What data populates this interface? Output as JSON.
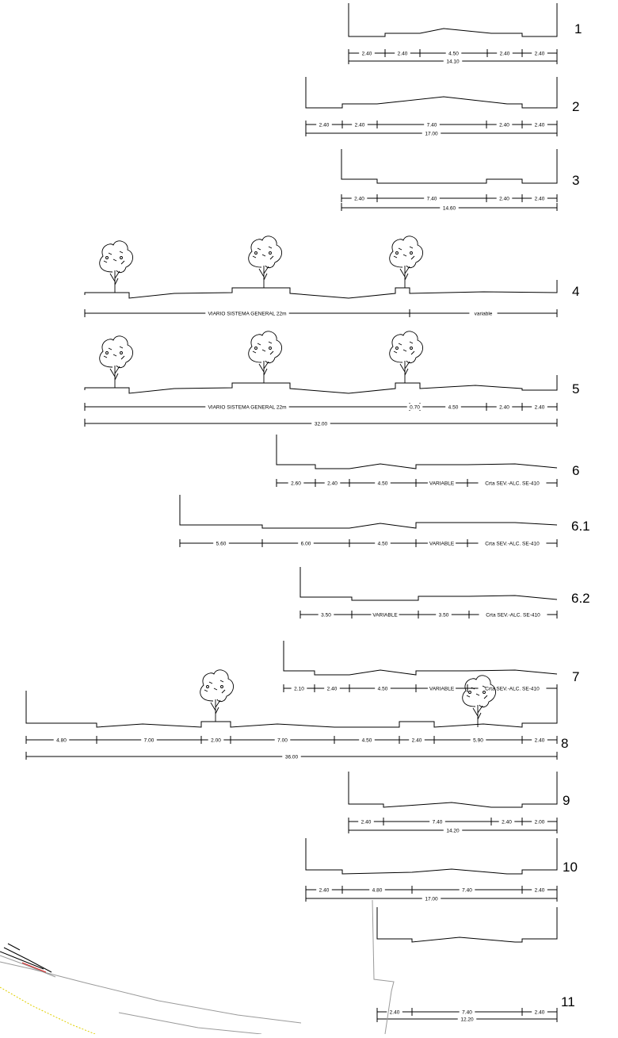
{
  "sections": [
    {
      "id": "s1",
      "label": "1",
      "dims": [
        "2.40",
        "2.40",
        "4.50",
        "2.40",
        "2.40"
      ],
      "total": "14.10"
    },
    {
      "id": "s2",
      "label": "2",
      "dims": [
        "2.40",
        "2.40",
        "7.40",
        "2.40",
        "2.40"
      ],
      "total": "17.00"
    },
    {
      "id": "s3",
      "label": "3",
      "dims": [
        "2.40",
        "7.40",
        "2.40",
        "2.40"
      ],
      "total": "14.60"
    },
    {
      "id": "s4",
      "label": "4",
      "dims": [
        "VIARIO SISTEMA GENERAL 22m",
        "variable"
      ],
      "total": ""
    },
    {
      "id": "s5",
      "label": "5",
      "dims": [
        "VIARIO SISTEMA GENERAL 22m",
        "0.70",
        "4.50",
        "2.40",
        "2.40"
      ],
      "total": "32.00"
    },
    {
      "id": "s6",
      "label": "6",
      "dims": [
        "2.60",
        "2.40",
        "4.50",
        "VARIABLE",
        "Crta SEV.-ALC. SE-410"
      ],
      "total": ""
    },
    {
      "id": "s61",
      "label": "6.1",
      "dims": [
        "5.60",
        "6.00",
        "4.50",
        "VARIABLE",
        "Crta SEV.-ALC. SE-410"
      ],
      "total": ""
    },
    {
      "id": "s62",
      "label": "6.2",
      "dims": [
        "3.50",
        "VARIABLE",
        "3.50",
        "Crta SEV.-ALC. SE-410"
      ],
      "total": ""
    },
    {
      "id": "s7",
      "label": "7",
      "dims": [
        "2.10",
        "2.40",
        "4.50",
        "VARIABLE",
        "Crta SEV.-ALC. SE-410"
      ],
      "total": ""
    },
    {
      "id": "s8",
      "label": "8",
      "dims": [
        "4.80",
        "7.00",
        "2.00",
        "7.00",
        "4.50",
        "2.40",
        "5.90",
        "2.40"
      ],
      "total": "36.00"
    },
    {
      "id": "s9",
      "label": "9",
      "dims": [
        "2.40",
        "7.40",
        "2.40",
        "2.00"
      ],
      "total": "14.20"
    },
    {
      "id": "s10",
      "label": "10",
      "dims": [
        "2.40",
        "4.80",
        "7.40",
        "2.40"
      ],
      "total": "17.00"
    },
    {
      "id": "s11",
      "label": "11",
      "dims": [
        "2.40",
        "7.40",
        "2.40"
      ],
      "total": "12.20"
    }
  ],
  "colors": {
    "line": "#000000",
    "map_line": "#9a9a9a",
    "highlight_red": "#d22020",
    "highlight_yellow": "#e0d000"
  }
}
